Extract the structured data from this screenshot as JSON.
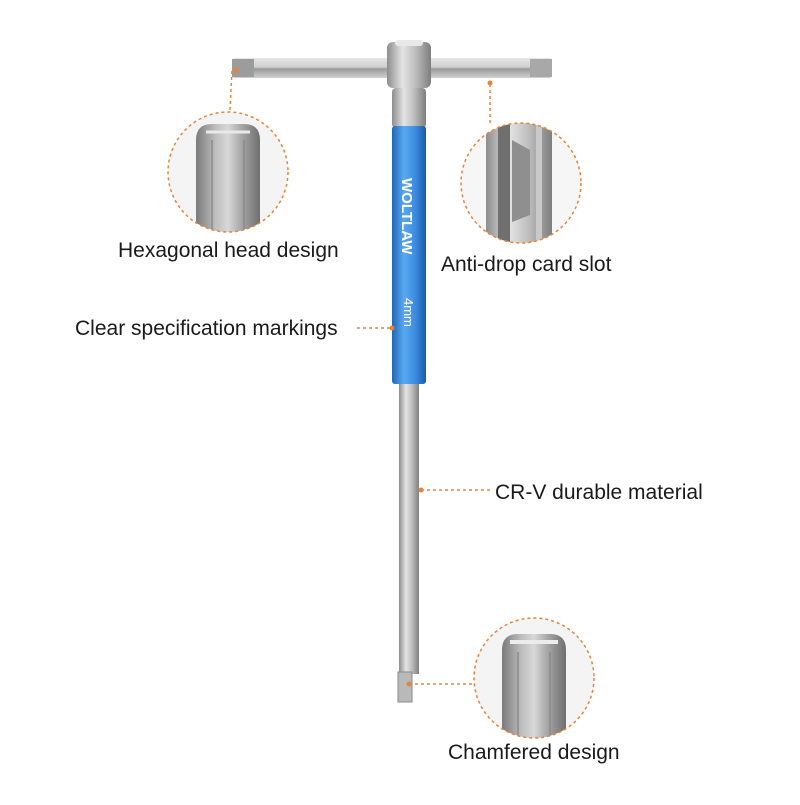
{
  "labels": {
    "hexagonal_head": "Hexagonal head design",
    "anti_drop_slot": "Anti-drop card slot",
    "spec_markings": "Clear specification markings",
    "crv_material": "CR-V durable material",
    "chamfered": "Chamfered design"
  },
  "tool_markings": {
    "brand": "WOLTLAW",
    "size": "4mm"
  },
  "colors": {
    "callout": "#e8843a",
    "sleeve": "#3d8fe0",
    "steel": "#b8b8b8",
    "text": "#1a1a1a"
  }
}
